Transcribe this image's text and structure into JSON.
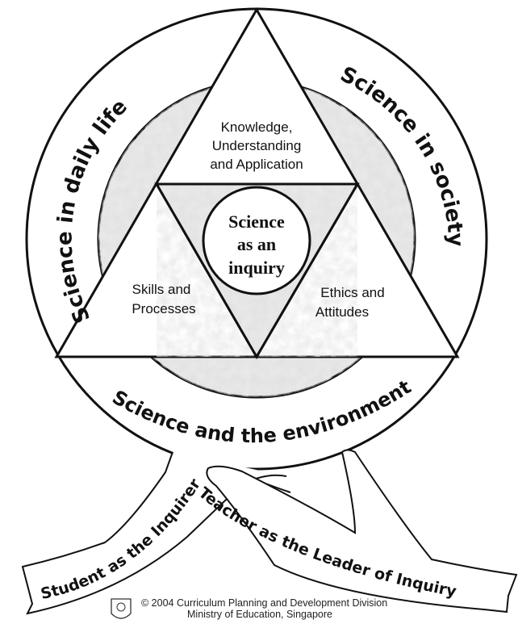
{
  "diagram": {
    "outer_ring": {
      "left": "Science in daily life",
      "right": "Science in society",
      "bottom": "Science and the environment"
    },
    "triangle": {
      "top": [
        "Knowledge,",
        "Understanding",
        "and Application"
      ],
      "left": [
        "Skills and",
        "Processes"
      ],
      "right": [
        "Ethics and",
        "Attitudes"
      ]
    },
    "core": [
      "Science",
      "as an",
      "inquiry"
    ],
    "ribbons": {
      "student": "Student as the Inquirer",
      "teacher": "Teacher as the Leader of Inquiry"
    },
    "footer": {
      "line1": "© 2004 Curriculum Planning and Development Division",
      "line2": "Ministry of Education, Singapore",
      "crest": "Ministry of Education crest"
    },
    "colors": {
      "texture": "#e2e2e2",
      "ink": "#111111"
    }
  }
}
